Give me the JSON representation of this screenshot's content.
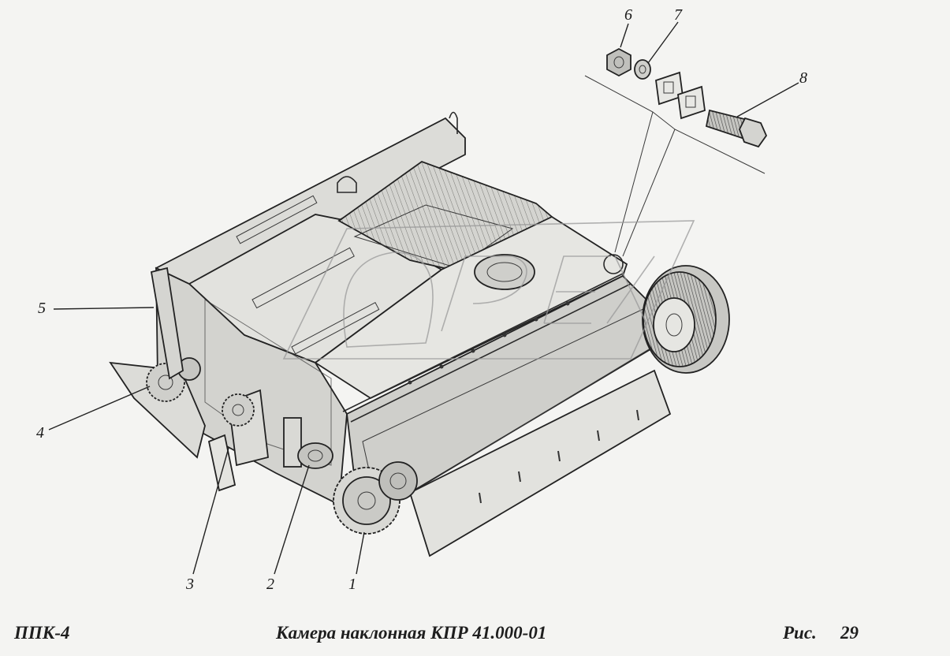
{
  "figure": {
    "footer": {
      "left_code": "ППК-4",
      "title": "Камера наклонная КПР 41.000-01",
      "fig_label": "Рис.",
      "fig_number": "29"
    },
    "callouts": [
      "1",
      "2",
      "3",
      "4",
      "5",
      "6",
      "7",
      "8"
    ],
    "colors": {
      "background": "#f4f4f2",
      "line": "#2a2a2a",
      "shade_light": "#d9d9d6",
      "shade_mid": "#bdbdb9",
      "shade_dark": "#8c8c88",
      "watermark": "#9a9a9a"
    }
  }
}
